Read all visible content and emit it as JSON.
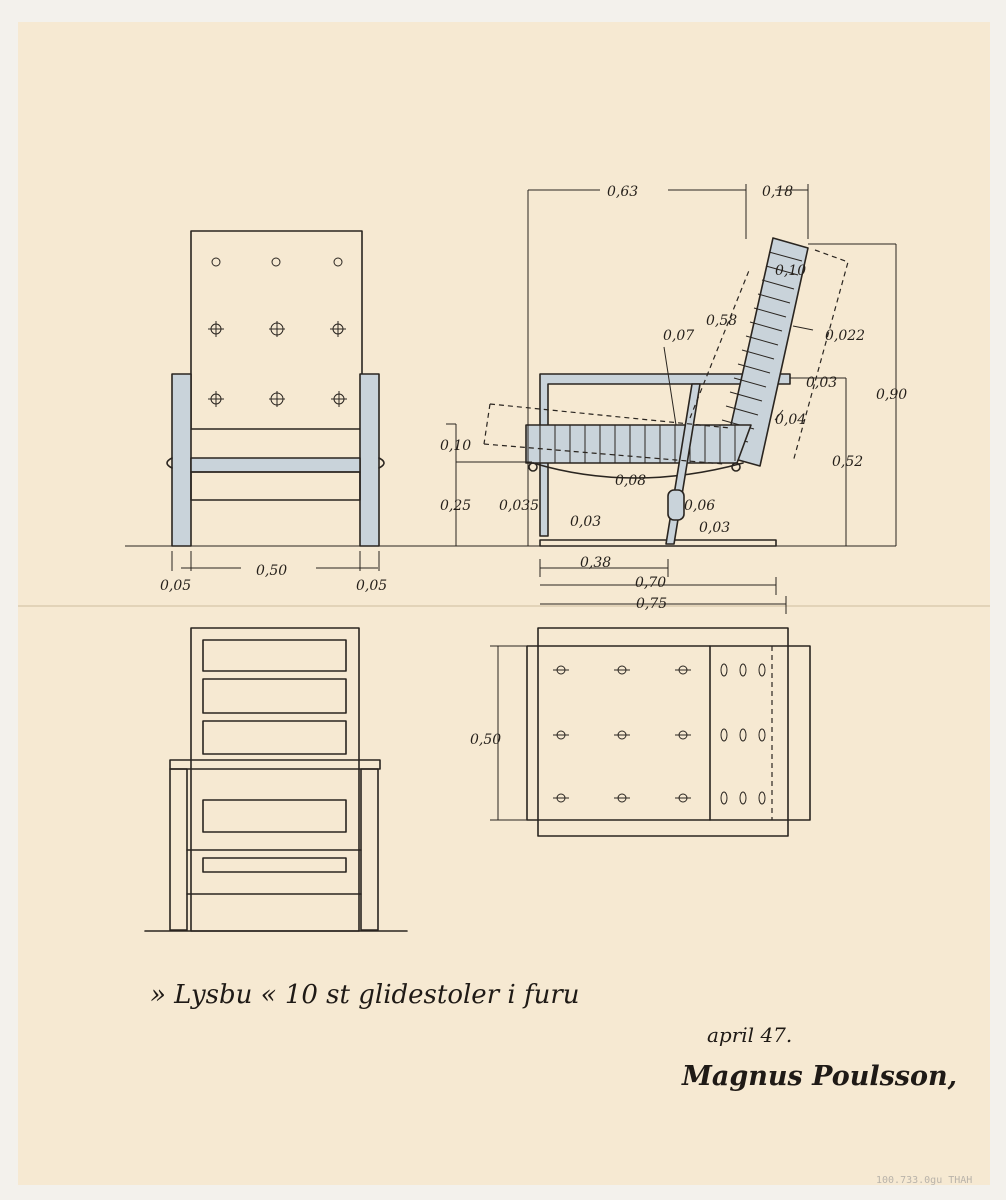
{
  "colors": {
    "paper": "#f6e9d2",
    "ink": "#2a2520",
    "wash": "#c9d3da",
    "background": "#f3f1ec"
  },
  "dimensions": {
    "side_top_width": "0,63",
    "back_tilt": "0,18",
    "back_thickness": "0,10",
    "back_length": "0,58",
    "arm_height": "0,07",
    "back_cushion": "0,022",
    "arm_thickness": "0,03",
    "arm_offset": "0,04",
    "total_height": "0,90",
    "seat_height_arm": "0,52",
    "cushion_thickness": "0,10",
    "seat_height": "0,25",
    "rail_height": "0,035",
    "runner_height": "0,03",
    "seat_drop": "0,08",
    "leg_width": "0,06",
    "runner_back": "0,03",
    "seat_depth": "0,38",
    "base_depth": "0,70",
    "overall_depth": "0,75",
    "front_width": "0,50",
    "leg_left": "0,05",
    "leg_right": "0,05",
    "plan_width": "0,50"
  },
  "caption": {
    "title": "» Lysbu «   10 st glidestoler i furu",
    "date": "april 47.",
    "signature": "Magnus Poulsson,"
  },
  "catalog_number": "100.733.0gu THAH"
}
